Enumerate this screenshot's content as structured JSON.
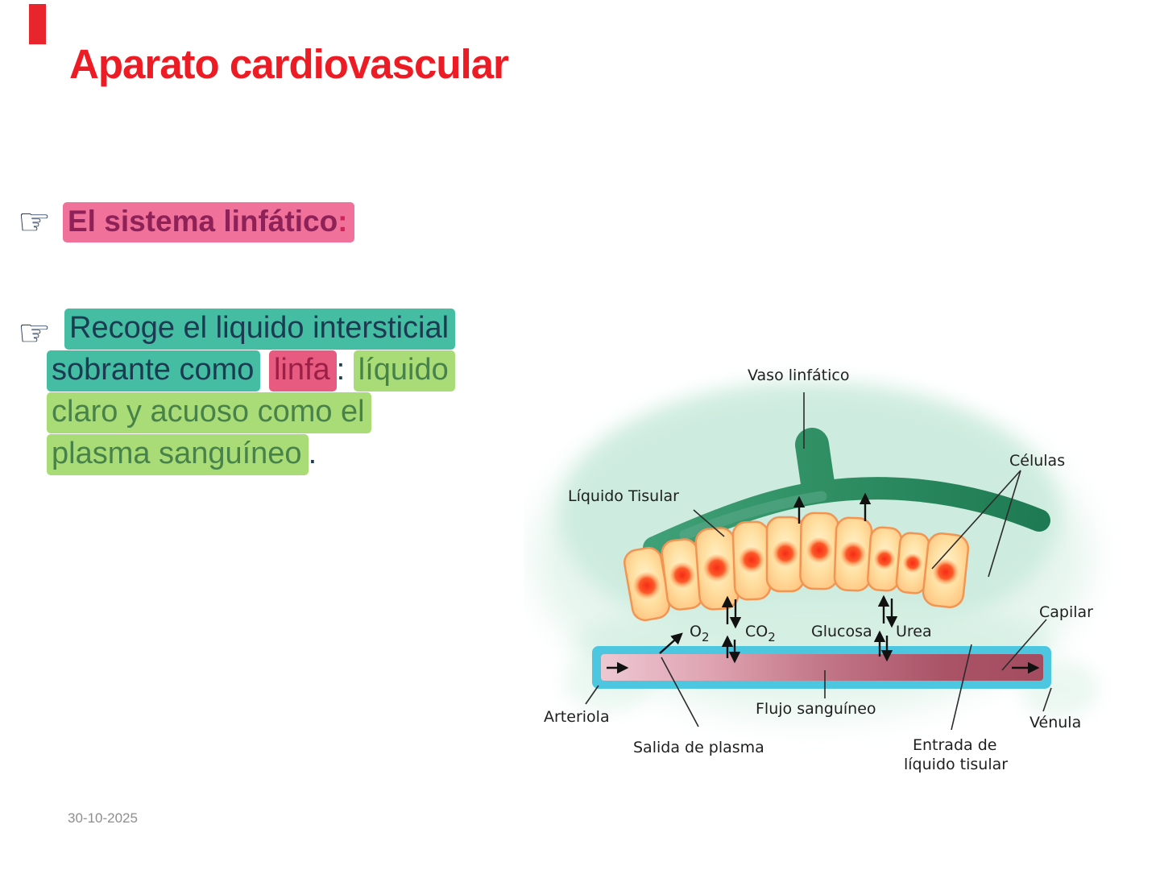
{
  "slide": {
    "title": "Aparato cardiovascular",
    "footer_date": "30-10-2025",
    "pointer_icon": "☞",
    "bullet1": {
      "text": "El sistema linfático",
      "colon": ":"
    },
    "bullet2": {
      "line1": "Recoge el liquido intersticial",
      "line2_teal": "sobrante como",
      "line2_pink": "linfa",
      "line2_colon": ":",
      "line2_green": "líquido",
      "line3": "claro y acuoso como el",
      "line4": "plasma sanguíneo",
      "period": "."
    },
    "colors": {
      "title_red": "#ED1C24",
      "accent_bar_red": "#E8242C",
      "highlight_pink": "#F0719A",
      "highlight_teal": "#44BDA3",
      "highlight_green": "#A9DC77",
      "highlight_crimson": "#E85B80",
      "text_navy": "#1C3A52",
      "text_maroon": "#8E2158",
      "text_green": "#47824A",
      "text_crimson": "#9C1F47",
      "capillary_border_cyan": "#4DC6DF",
      "vessel_green": "#2F8F63",
      "cell_orange": "#FFC27E",
      "nucleus_red": "#F82A15"
    }
  },
  "diagram": {
    "labels": {
      "vaso_linfatico": "Vaso linfático",
      "liquido_tisular": "Líquido Tisular",
      "celulas": "Células",
      "capilar": "Capilar",
      "o2_base": "O",
      "o2_sub": "2",
      "co2_base": "CO",
      "co2_sub": "2",
      "glucosa": "Glucosa",
      "urea": "Urea",
      "arteriola": "Arteriola",
      "salida_plasma": "Salida de plasma",
      "flujo_sanguineo": "Flujo sanguíneo",
      "entrada_line1": "Entrada de",
      "entrada_line2": "líquido tisular",
      "venula": "Vénula"
    }
  }
}
